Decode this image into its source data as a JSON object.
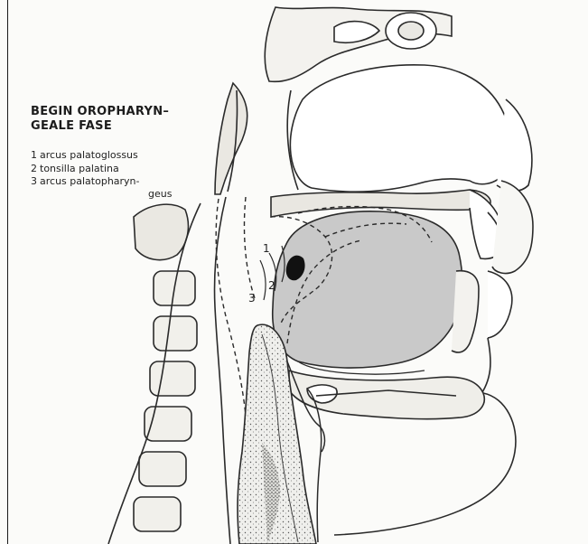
{
  "title": {
    "line1": "BEGIN OROPHARYN–",
    "line2": "GEALE FASE"
  },
  "legend": [
    {
      "num": "1",
      "text": "arcus palatoglossus"
    },
    {
      "num": "2",
      "text": "tonsilla palatina"
    },
    {
      "num": "3",
      "text": "arcus palatopharyn-"
    }
  ],
  "legend_continuation": "geus",
  "callouts": {
    "c1": "1",
    "c2": "2",
    "c3": "3"
  },
  "colors": {
    "outline": "#2a2a2a",
    "tongue_fill": "#c9c9c9",
    "bone_fill": "#e6e4df",
    "tonsil": "#111111"
  }
}
